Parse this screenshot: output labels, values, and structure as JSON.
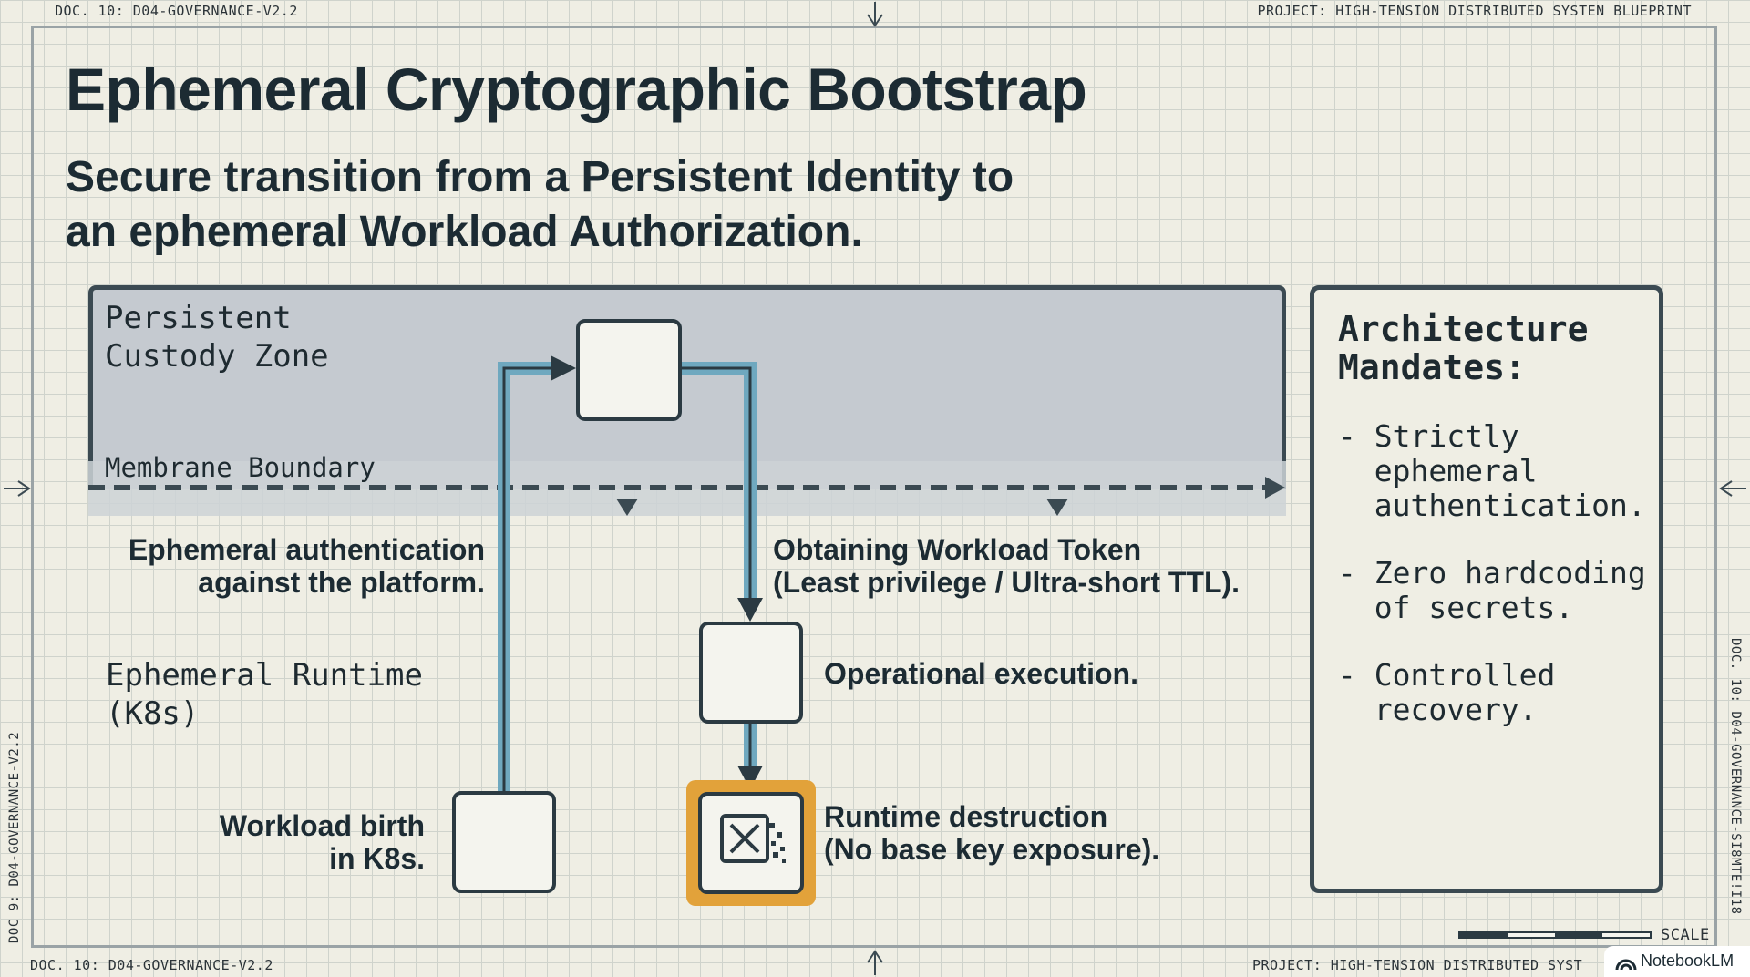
{
  "header": {
    "doc_id_left": "DOC. 10: D04-GOVERNANCE-V2.2",
    "project_right": "PROJECT: HIGH-TENSION DISTRIBUTED SYSTEN BLUEPRINT"
  },
  "footer": {
    "doc_id_left": "DOC. 10: D04-GOVERNANCE-V2.2",
    "project_right": "PROJECT: HIGH-TENSION DISTRIBUTED SYST",
    "scale_label": "SCALE",
    "badge": "NotebookLM"
  },
  "side": {
    "left": "DOC 9: D04-GOVERNANCE-V2.2",
    "right": "DOC. 10: D04-GOVERNANCE-SI8MTE!I18"
  },
  "title": "Ephemeral Cryptographic Bootstrap",
  "subtitle": "Secure transition from a Persistent Identity to an ephemeral Workload Authorization.",
  "diagram": {
    "zone_persistent": [
      "Persistent",
      "Custody Zone"
    ],
    "membrane": "Membrane Boundary",
    "zone_runtime": [
      "Ephemeral Runtime",
      "(K8s)"
    ],
    "auth_label": [
      "Ephemeral authentication",
      "against the platform."
    ],
    "token_label": [
      "Obtaining Workload Token",
      "(Least privilege / Ultra-short TTL)."
    ],
    "exec_label": "Operational execution.",
    "destroy_label": [
      "Runtime destruction",
      "(No base key exposure)."
    ],
    "birth_label": [
      "Workload birth",
      "in K8s."
    ],
    "colors": {
      "flow": "#6fa8bf",
      "dark": "#2b3a42",
      "destroy": "#e2a23a",
      "zone": "#c5cad0"
    }
  },
  "panel": {
    "title": [
      "Architecture",
      "Mandates:"
    ],
    "items": [
      "- Strictly\n  ephemeral\n  authentication.",
      "- Zero hardcoding\n  of secrets.",
      "- Controlled\n  recovery."
    ]
  }
}
